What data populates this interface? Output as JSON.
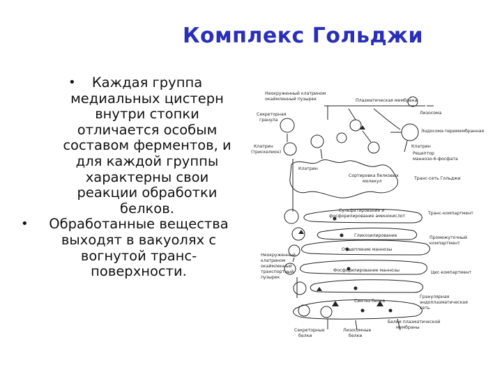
{
  "title": "Комплекс Гольджи",
  "bullets": [
    {
      "lines": [
        "Каждая группа",
        "медиальных цистерн",
        "внутри стопки",
        "отличается особым",
        "составом ферментов, и",
        "для каждой группы",
        "характерны свои",
        "реакции обработки",
        "белков."
      ]
    },
    {
      "lines": [
        "Обработанные вещества",
        "выходят в вакуолях с",
        "вогнутой транс-",
        "поверхности."
      ]
    }
  ],
  "bullet_symbol": "•",
  "diagram": {
    "labels": {
      "nonfringed_top": [
        "Неокруженный клатрином",
        "окаймленный пузырек"
      ],
      "plasma_membrane": "Плазматическая мембрана",
      "secretory_granule": [
        "Секреторная",
        "гранула"
      ],
      "lysosome": "Лизосома",
      "endosome": "Эндосома перимембранная",
      "clathrin_triskelion": [
        "Клатрин",
        "(трискелион)"
      ],
      "clathrin_right": "Клатрин",
      "receptor": [
        "Рецептор",
        "маннозо-6-фосфата"
      ],
      "clathrin_lower": "Клатрин",
      "sorting": [
        "Сортировка белковых",
        "молекул"
      ],
      "trans_golgi": "Транс-сеть Гольджи",
      "sulfation": [
        "Сульфатирование и",
        "фосфорилирование аминокислот"
      ],
      "trans_compartment": "Транс-компартмент",
      "glycosylation": "Гликозилирование",
      "intermediate": [
        "Промежуточный",
        "компартмент"
      ],
      "sialic": "Отщепление маннозы",
      "nonfringed_mid": [
        "Неокруженный",
        "клатрином",
        "окаймленный",
        "транспортный",
        "пузырек"
      ],
      "phosphorylation": "Фосфорилирование маннозы",
      "cis_compartment": "Цис-компартмент",
      "protein_synthesis": "Синтез белка",
      "granular_er": [
        "Гранулярная",
        "эндоплазматическая",
        "сеть"
      ],
      "secretory_proteins": [
        "Секреторные",
        "белки"
      ],
      "lysosomal_proteins": [
        "Лизосомные",
        "белки"
      ],
      "plasma_proteins": [
        "Белки плазматической",
        "мембраны"
      ]
    }
  }
}
